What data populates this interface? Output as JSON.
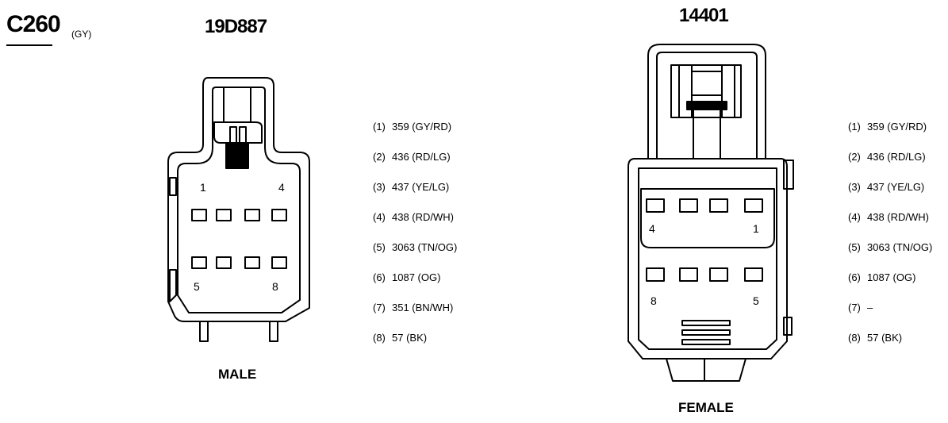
{
  "connector": {
    "id": "C260",
    "color": "(GY)"
  },
  "left": {
    "part_number": "19D887",
    "gender": "MALE",
    "face_labels": {
      "p1": "1",
      "p4": "4",
      "p5": "5",
      "p8": "8"
    },
    "pins": [
      {
        "num": "(1)",
        "circuit": "359 (GY/RD)"
      },
      {
        "num": "(2)",
        "circuit": "436 (RD/LG)"
      },
      {
        "num": "(3)",
        "circuit": "437 (YE/LG)"
      },
      {
        "num": "(4)",
        "circuit": "438 (RD/WH)"
      },
      {
        "num": "(5)",
        "circuit": "3063 (TN/OG)"
      },
      {
        "num": "(6)",
        "circuit": "1087 (OG)"
      },
      {
        "num": "(7)",
        "circuit": "351 (BN/WH)"
      },
      {
        "num": "(8)",
        "circuit": "57 (BK)"
      }
    ]
  },
  "right": {
    "part_number": "14401",
    "gender": "FEMALE",
    "face_labels": {
      "p1": "1",
      "p4": "4",
      "p5": "5",
      "p8": "8"
    },
    "pins": [
      {
        "num": "(1)",
        "circuit": "359 (GY/RD)"
      },
      {
        "num": "(2)",
        "circuit": "436 (RD/LG)"
      },
      {
        "num": "(3)",
        "circuit": "437 (YE/LG)"
      },
      {
        "num": "(4)",
        "circuit": "438 (RD/WH)"
      },
      {
        "num": "(5)",
        "circuit": "3063 (TN/OG)"
      },
      {
        "num": "(6)",
        "circuit": "1087 (OG)"
      },
      {
        "num": "(7)",
        "circuit": "–"
      },
      {
        "num": "(8)",
        "circuit": "57 (BK)"
      }
    ]
  }
}
